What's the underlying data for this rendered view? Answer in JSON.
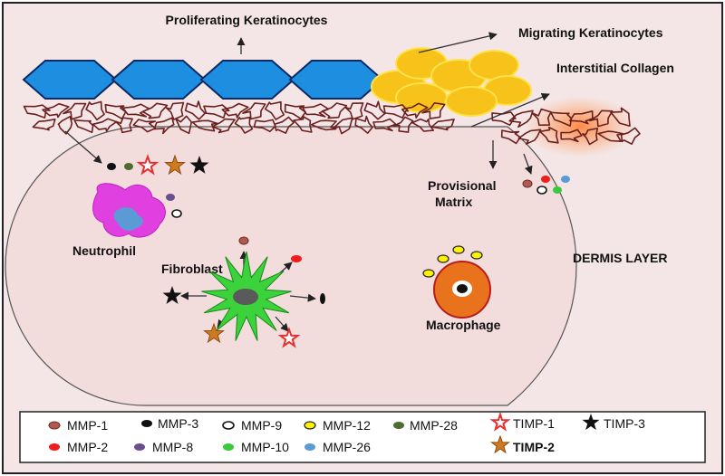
{
  "labels": {
    "proliferating": "Proliferating Keratinocytes",
    "migrating": "Migrating  Keratinocytes",
    "interstitial": "Interstitial Collagen",
    "provisional_line1": "Provisional",
    "provisional_line2": "Matrix",
    "neutrophil": "Neutrophil",
    "fibroblast": "Fibroblast",
    "dermis": "DERMIS LAYER",
    "macrophage": "Macrophage"
  },
  "legend": {
    "mmp1": "MMP-1",
    "mmp3": "MMP-3",
    "mmp9": "MMP-9",
    "mmp12": "MMP-12",
    "mmp28": "MMP-28",
    "timp1": "TIMP-1",
    "timp3": "TIMP-3",
    "mmp2": "MMP-2",
    "mmp8": "MMP-8",
    "mmp10": "MMP-10",
    "mmp26": "MMP-26",
    "timp2": "TIMP-2"
  },
  "colors": {
    "background": "#f4e6e6",
    "dermis": "#f2dcdc",
    "hexagon": "#1e8fe0",
    "yellow_cell": "#f7c21a",
    "collagen": "#6b1f1f",
    "neutrophil": "#e040e0",
    "fibroblast": "#3cd23c",
    "macrophage": "#e8731c",
    "mmp1": "#b05a4f",
    "mmp2": "#ee1c1c",
    "mmp8": "#6a4f8f",
    "mmp10": "#3cc83c",
    "mmp26": "#5b9bd5",
    "mmp28": "#4e6b30",
    "timp1": "#e53030",
    "timp2": "#d07a20",
    "timp3": "#111111"
  }
}
